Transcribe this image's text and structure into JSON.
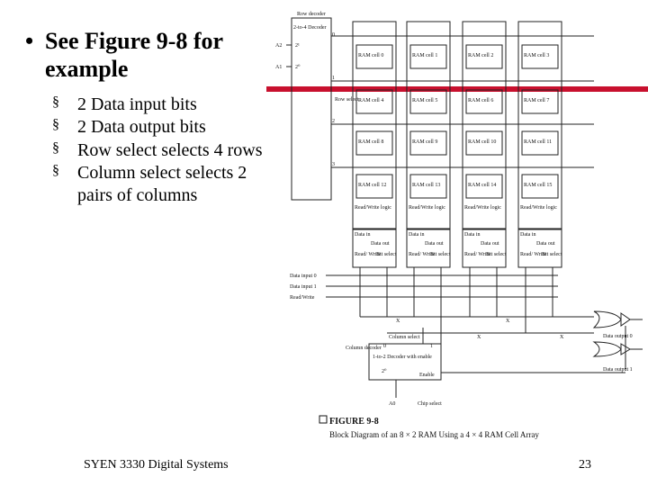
{
  "slide": {
    "title": "See Figure 9-8 for example",
    "bullets": [
      "2 Data input bits",
      "2 Data output bits",
      "Row select selects 4 rows",
      "Column select selects 2 pairs of columns"
    ],
    "footer": "SYEN 3330 Digital Systems",
    "page_number": "23",
    "accent_color": "#c8102e"
  },
  "figure": {
    "caption_title": "FIGURE 9-8",
    "caption_text": "Block Diagram of an 8 × 2 RAM Using a 4 × 4 RAM Cell Array",
    "row_decoder_label": "Row decoder",
    "decoder_label": "2-to-4 Decoder",
    "input_a2": "A2",
    "input_a1": "A1",
    "weight_21": "2¹",
    "weight_20": "2⁰",
    "row_numbers": [
      "0",
      "1",
      "2",
      "3"
    ],
    "row_select_label": "Row select",
    "cells": [
      [
        "RAM cell 0",
        "RAM cell 1",
        "RAM cell 2",
        "RAM cell 3"
      ],
      [
        "RAM cell 4",
        "RAM cell 5",
        "RAM cell 6",
        "RAM cell 7"
      ],
      [
        "RAM cell 8",
        "RAM cell 9",
        "RAM cell 10",
        "RAM cell 11"
      ],
      [
        "RAM cell 12",
        "RAM cell 13",
        "RAM cell 14",
        "RAM cell 15"
      ]
    ],
    "rw_logic_label": "Read/Write logic",
    "data_in_label": "Data in",
    "data_out_label": "Data out",
    "read_write_label": "Read/ Write",
    "bit_select_label": "Bit select",
    "data_input_0": "Data input 0",
    "data_input_1": "Data input 1",
    "read_write_signal": "Read/Write",
    "column_select_label": "Column select",
    "column_decoder_label": "Column decoder",
    "col_decoder_box": "1-to-2 Decoder with enable",
    "col_out_0": "0",
    "col_out_1": "1",
    "weight_col": "2⁰",
    "enable_label": "Enable",
    "input_a0": "A0",
    "chip_select_label": "Chip select",
    "data_output_0": "Data output 0",
    "data_output_1": "Data output 1",
    "x_mark": "X"
  }
}
